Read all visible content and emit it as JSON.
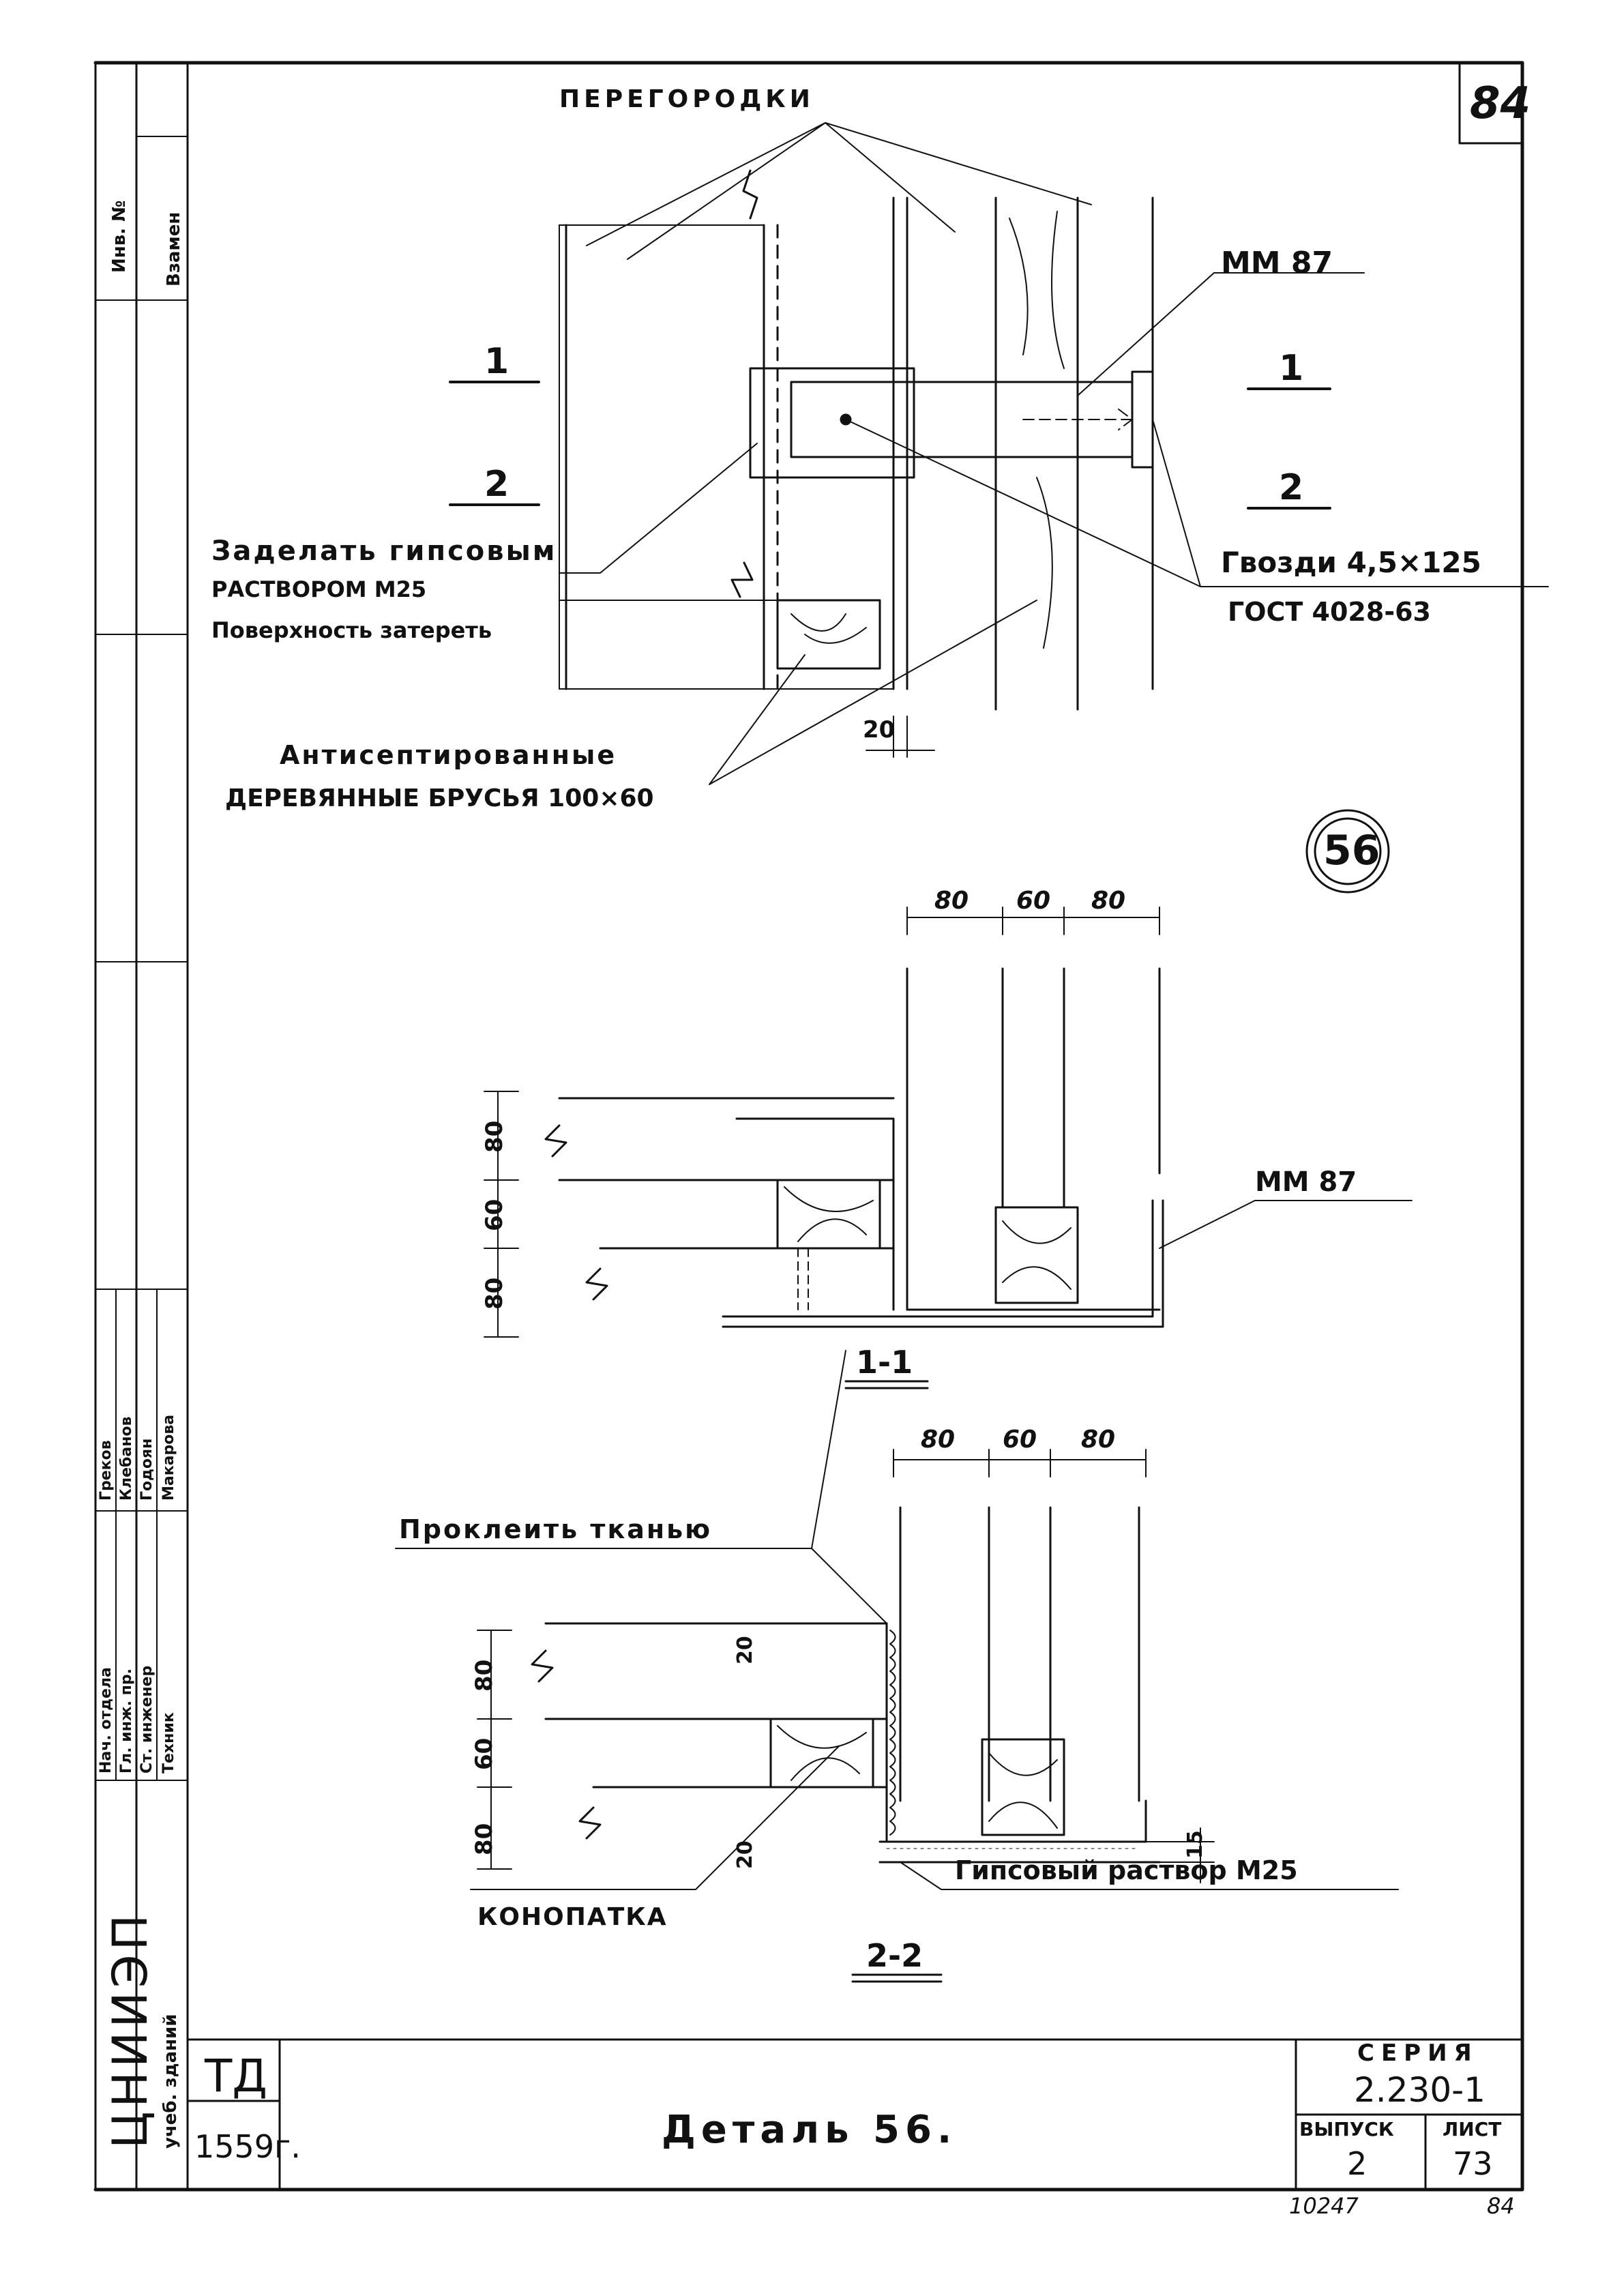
{
  "sheet_number": "84",
  "labels": {
    "partitions": "Перегородки",
    "mm87_top": "ММ 87",
    "mm87_mid": "ММ 87",
    "section1": "1",
    "section2": "2",
    "fill_gypsum_line1": "Заделать гипсовым",
    "fill_gypsum_line2": "раствором М25",
    "fill_gypsum_line3": "Поверхность затереть",
    "nails_line1": "Гвозди 4,5×125",
    "nails_line2": "ГОСТ 4028-63",
    "beams_line1": "Антисептированные",
    "beams_line2": "деревянные брусья 100×60",
    "detail_circle": "56",
    "section_1_1": "1-1",
    "section_2_2": "2-2",
    "glue_cloth": "Проклеить тканью",
    "caulking": "Конопатка",
    "gypsum_mortar": "Гипсовый раствор М25"
  },
  "dimensions": {
    "top_gap": "20",
    "s11_top": [
      "80",
      "60",
      "80"
    ],
    "s11_left": [
      "80",
      "60",
      "80"
    ],
    "s22_top": [
      "80",
      "60",
      "80"
    ],
    "s22_left": [
      "80",
      "60",
      "80"
    ],
    "s22_gap_top": "20",
    "s22_gap_bottom": "20",
    "s22_base": "15"
  },
  "side_stamp": {
    "inv_no": "Инв. №",
    "vzamen": "Взамен",
    "roles": [
      "Нач. отдела",
      "Гл. инж. пр.",
      "Ст. инженер",
      "Техник"
    ],
    "names": [
      "Греков",
      "Клебанов",
      "Годоян",
      "Макарова"
    ],
    "org": "ЦНИИЭП",
    "org_sub": "учеб. зданий"
  },
  "title_block": {
    "code_main": "ТД",
    "code_num": "1559г.",
    "title": "Деталь 56.",
    "series_label": "Серия",
    "series_value": "2.230-1",
    "issue_label": "Выпуск",
    "issue_value": "2",
    "sheet_label": "Лист",
    "sheet_value": "73"
  },
  "footer": {
    "archive_num": "10247",
    "page_num": "84"
  }
}
